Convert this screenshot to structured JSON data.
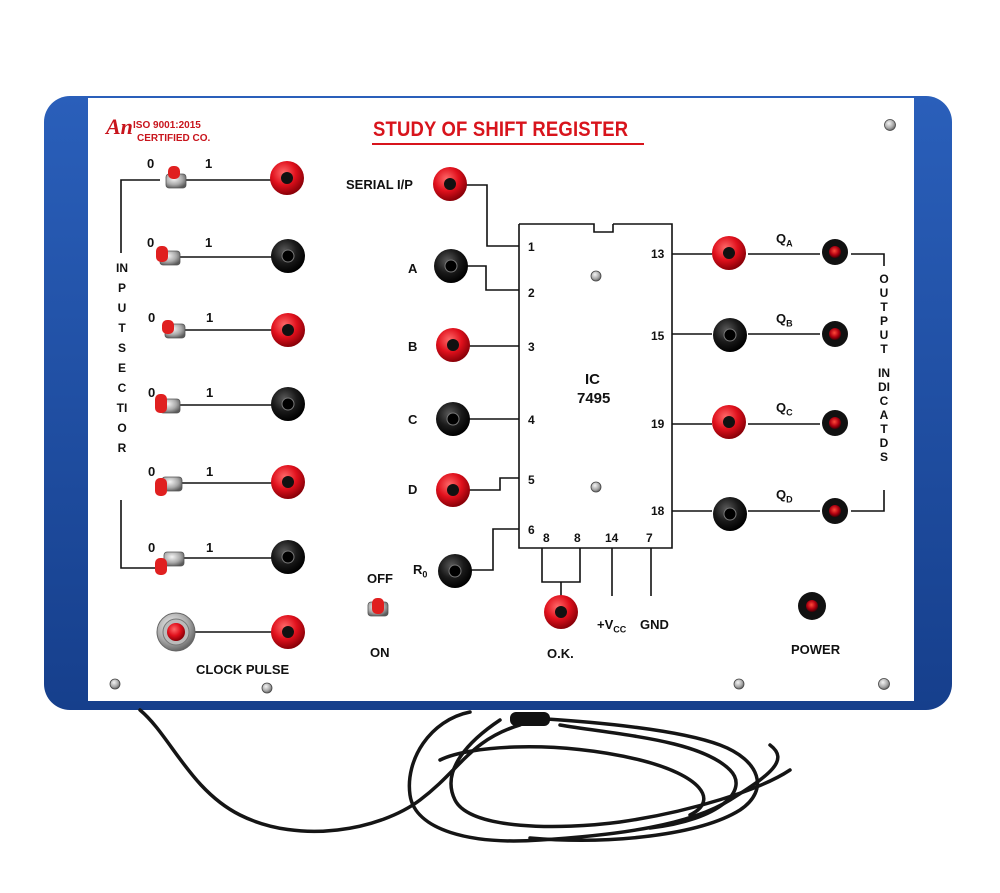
{
  "board": {
    "title": "STUDY OF SHIFT REGISTER",
    "logo_text": "An",
    "iso_line1": "ISO 9001:2015",
    "iso_line2": "CERTIFIED CO."
  },
  "input_section": {
    "label": "INPUT SECTIOR",
    "switch_low": "0",
    "switch_high": "1"
  },
  "clock_pulse": {
    "label": "CLOCK PULSE"
  },
  "power_switch": {
    "off_label": "OFF",
    "on_label": "ON"
  },
  "left_terminals": {
    "serial": "SERIAL I/P",
    "a": "A",
    "b": "B",
    "c": "C",
    "d": "D",
    "r_main": "R",
    "r_sub": "0"
  },
  "ic": {
    "line1": "IC",
    "line2": "7495",
    "pins_left": [
      "1",
      "2",
      "3",
      "4",
      "5",
      "6"
    ],
    "pins_right": [
      "13",
      "15",
      "19",
      "18"
    ],
    "pins_bottom": [
      "8",
      "8",
      "14",
      "7"
    ]
  },
  "bottom_terminals": {
    "ok": "O.K.",
    "vcc_main": "+V",
    "vcc_sub": "CC",
    "gnd": "GND"
  },
  "outputs": {
    "labels": [
      {
        "main": "Q",
        "sub": "A"
      },
      {
        "main": "Q",
        "sub": "B"
      },
      {
        "main": "Q",
        "sub": "C"
      },
      {
        "main": "Q",
        "sub": "D"
      }
    ],
    "section_label_1": "OUTPUT",
    "section_label_2": "INDICATDS"
  },
  "power_indicator": {
    "label": "POWER"
  },
  "colors": {
    "frame_blue": "#1e4fa3",
    "panel": "#ffffff",
    "title_red": "#d8141c",
    "socket_red": "#e0101c",
    "socket_black": "#161616",
    "led_red": "#c0101a",
    "cable": "#151515"
  }
}
